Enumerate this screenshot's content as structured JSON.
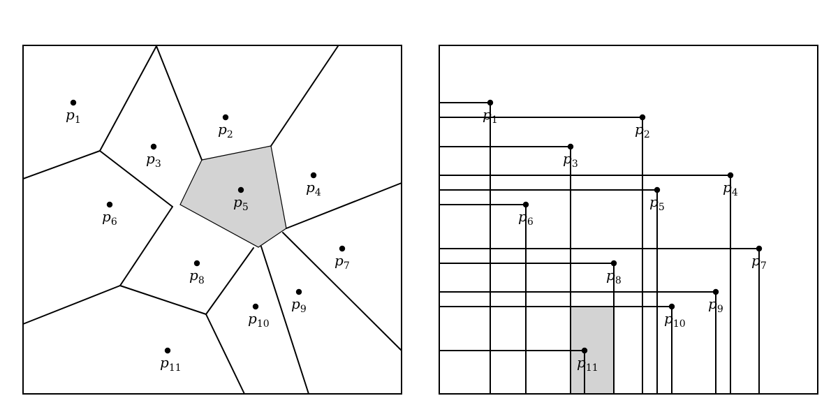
{
  "colors": {
    "highlight": "#d3d3d3",
    "ink": "#000000"
  },
  "label_letter": "p",
  "points": [
    {
      "sub": "1"
    },
    {
      "sub": "2"
    },
    {
      "sub": "3"
    },
    {
      "sub": "4"
    },
    {
      "sub": "5"
    },
    {
      "sub": "6"
    },
    {
      "sub": "7"
    },
    {
      "sub": "8"
    },
    {
      "sub": "9"
    },
    {
      "sub": "10"
    },
    {
      "sub": "11"
    }
  ],
  "left_panel": {
    "highlighted_site": "5"
  },
  "right_panel": {
    "highlighted_site": "11"
  }
}
